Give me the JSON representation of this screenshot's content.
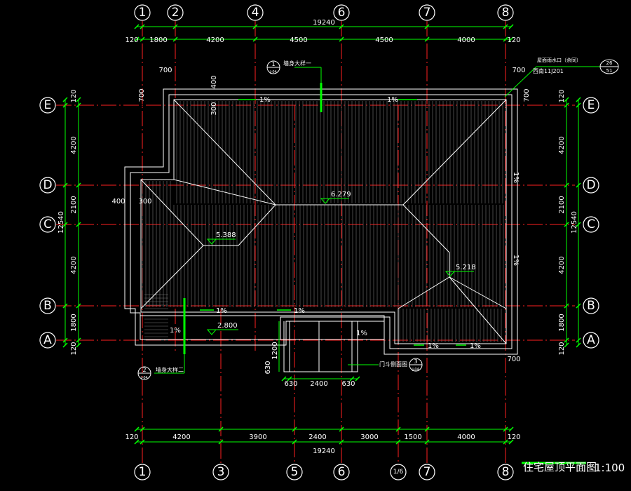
{
  "drawing": {
    "title": "住宅屋顶平面图",
    "scale": "1:100"
  },
  "axes": {
    "top": [
      "1",
      "2",
      "4",
      "6",
      "7",
      "8"
    ],
    "bottom": [
      "1",
      "3",
      "5",
      "6",
      "1/6",
      "7",
      "8"
    ],
    "left": [
      "E",
      "D",
      "C",
      "B",
      "A"
    ],
    "right": [
      "E",
      "D",
      "C",
      "B",
      "A"
    ]
  },
  "dimensions": {
    "top_total": "19240",
    "top_segments": [
      "120",
      "1800",
      "4200",
      "4500",
      "4500",
      "4000",
      "120"
    ],
    "bottom_total": "19240",
    "bottom_segments": [
      "120",
      "4200",
      "3900",
      "2400",
      "3000",
      "1500",
      "4000",
      "120"
    ],
    "left_total": "12540",
    "left_segments": [
      "120",
      "4200",
      "2100",
      "4200",
      "1800",
      "120"
    ],
    "right_total": "12540",
    "right_segments": [
      "120",
      "4200",
      "2100",
      "4200",
      "1800",
      "120"
    ],
    "misc": [
      "700",
      "400",
      "700",
      "300",
      "700",
      "700",
      "400",
      "300",
      "1200",
      "630",
      "630",
      "2400",
      "630",
      "700"
    ]
  },
  "elevations": [
    "6.279",
    "5.388",
    "5.218",
    "2.800"
  ],
  "slopes": [
    "1%",
    "1%",
    "1%",
    "1%",
    "1%",
    "1%",
    "1%",
    "1%",
    "1%",
    "1%"
  ],
  "callouts": {
    "detail1": {
      "num": "1",
      "sheet": "J-04",
      "text": "墙身大样一"
    },
    "detail2": {
      "num": "2",
      "sheet": "J-04",
      "text": "墙身大样二"
    },
    "detail3": {
      "num": "3",
      "sheet": "J-04",
      "text": "门斗侧面图"
    },
    "drain": {
      "text1": "屋面雨水口（余同）",
      "text2": "西南11J201",
      "ref1": "26",
      "ref2": "51"
    }
  },
  "colors": {
    "grid": "#00ff00",
    "axis": "#ff2020",
    "outline": "#ffffff",
    "background": "#000000"
  }
}
